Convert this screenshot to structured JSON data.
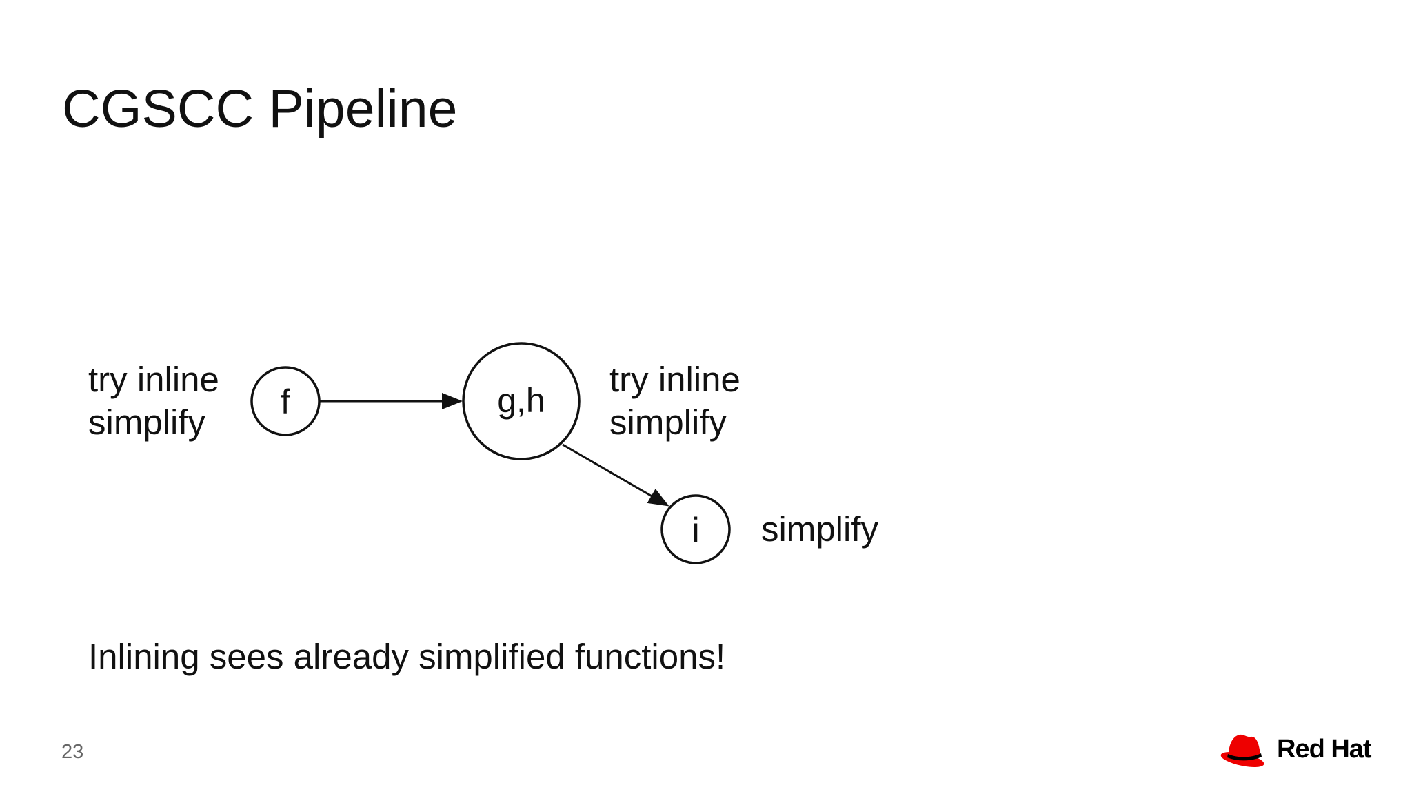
{
  "slide": {
    "title": "CGSCC Pipeline",
    "page_number": "23",
    "conclusion": "Inlining sees already simplified functions!"
  },
  "diagram": {
    "nodes": [
      {
        "id": "f",
        "label": "f",
        "note": "try inline\nsimplify"
      },
      {
        "id": "gh",
        "label": "g,h",
        "note": "try inline\nsimplify"
      },
      {
        "id": "i",
        "label": "i",
        "note": "simplify"
      }
    ],
    "edges": [
      {
        "from": "f",
        "to": "gh"
      },
      {
        "from": "gh",
        "to": "i"
      }
    ]
  },
  "brand": {
    "name": "Red Hat",
    "color": "#ee0000",
    "icon": "red-hat-fedora-icon"
  }
}
